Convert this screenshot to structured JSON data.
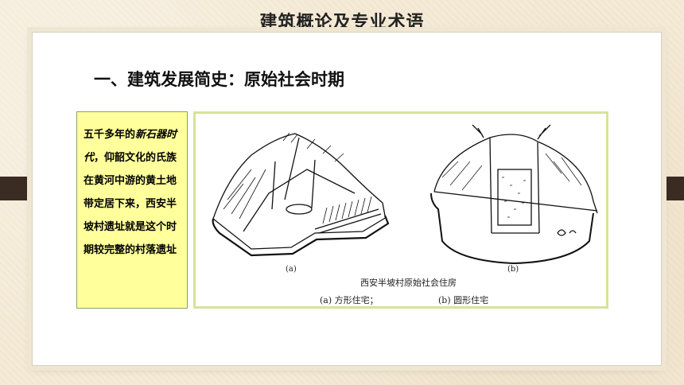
{
  "header": {
    "title": "建筑概论及专业术语"
  },
  "section": {
    "heading": "一、建筑发展简史：原始社会时期"
  },
  "text_box": {
    "part1": "五千多年的",
    "emphasis": "新石器时代",
    "part2": "，仰韶文化的氏族在黄河中游的黄土地带定居下来，西安半坡村遗址就是这个时期较完整的村落遗址"
  },
  "figure": {
    "label_a": "(a)",
    "label_b": "(b)",
    "caption": "西安半坡村原始社会住房",
    "subcaption_a": "(a) 方形住宅；",
    "subcaption_b": "(b) 圆形住宅"
  }
}
